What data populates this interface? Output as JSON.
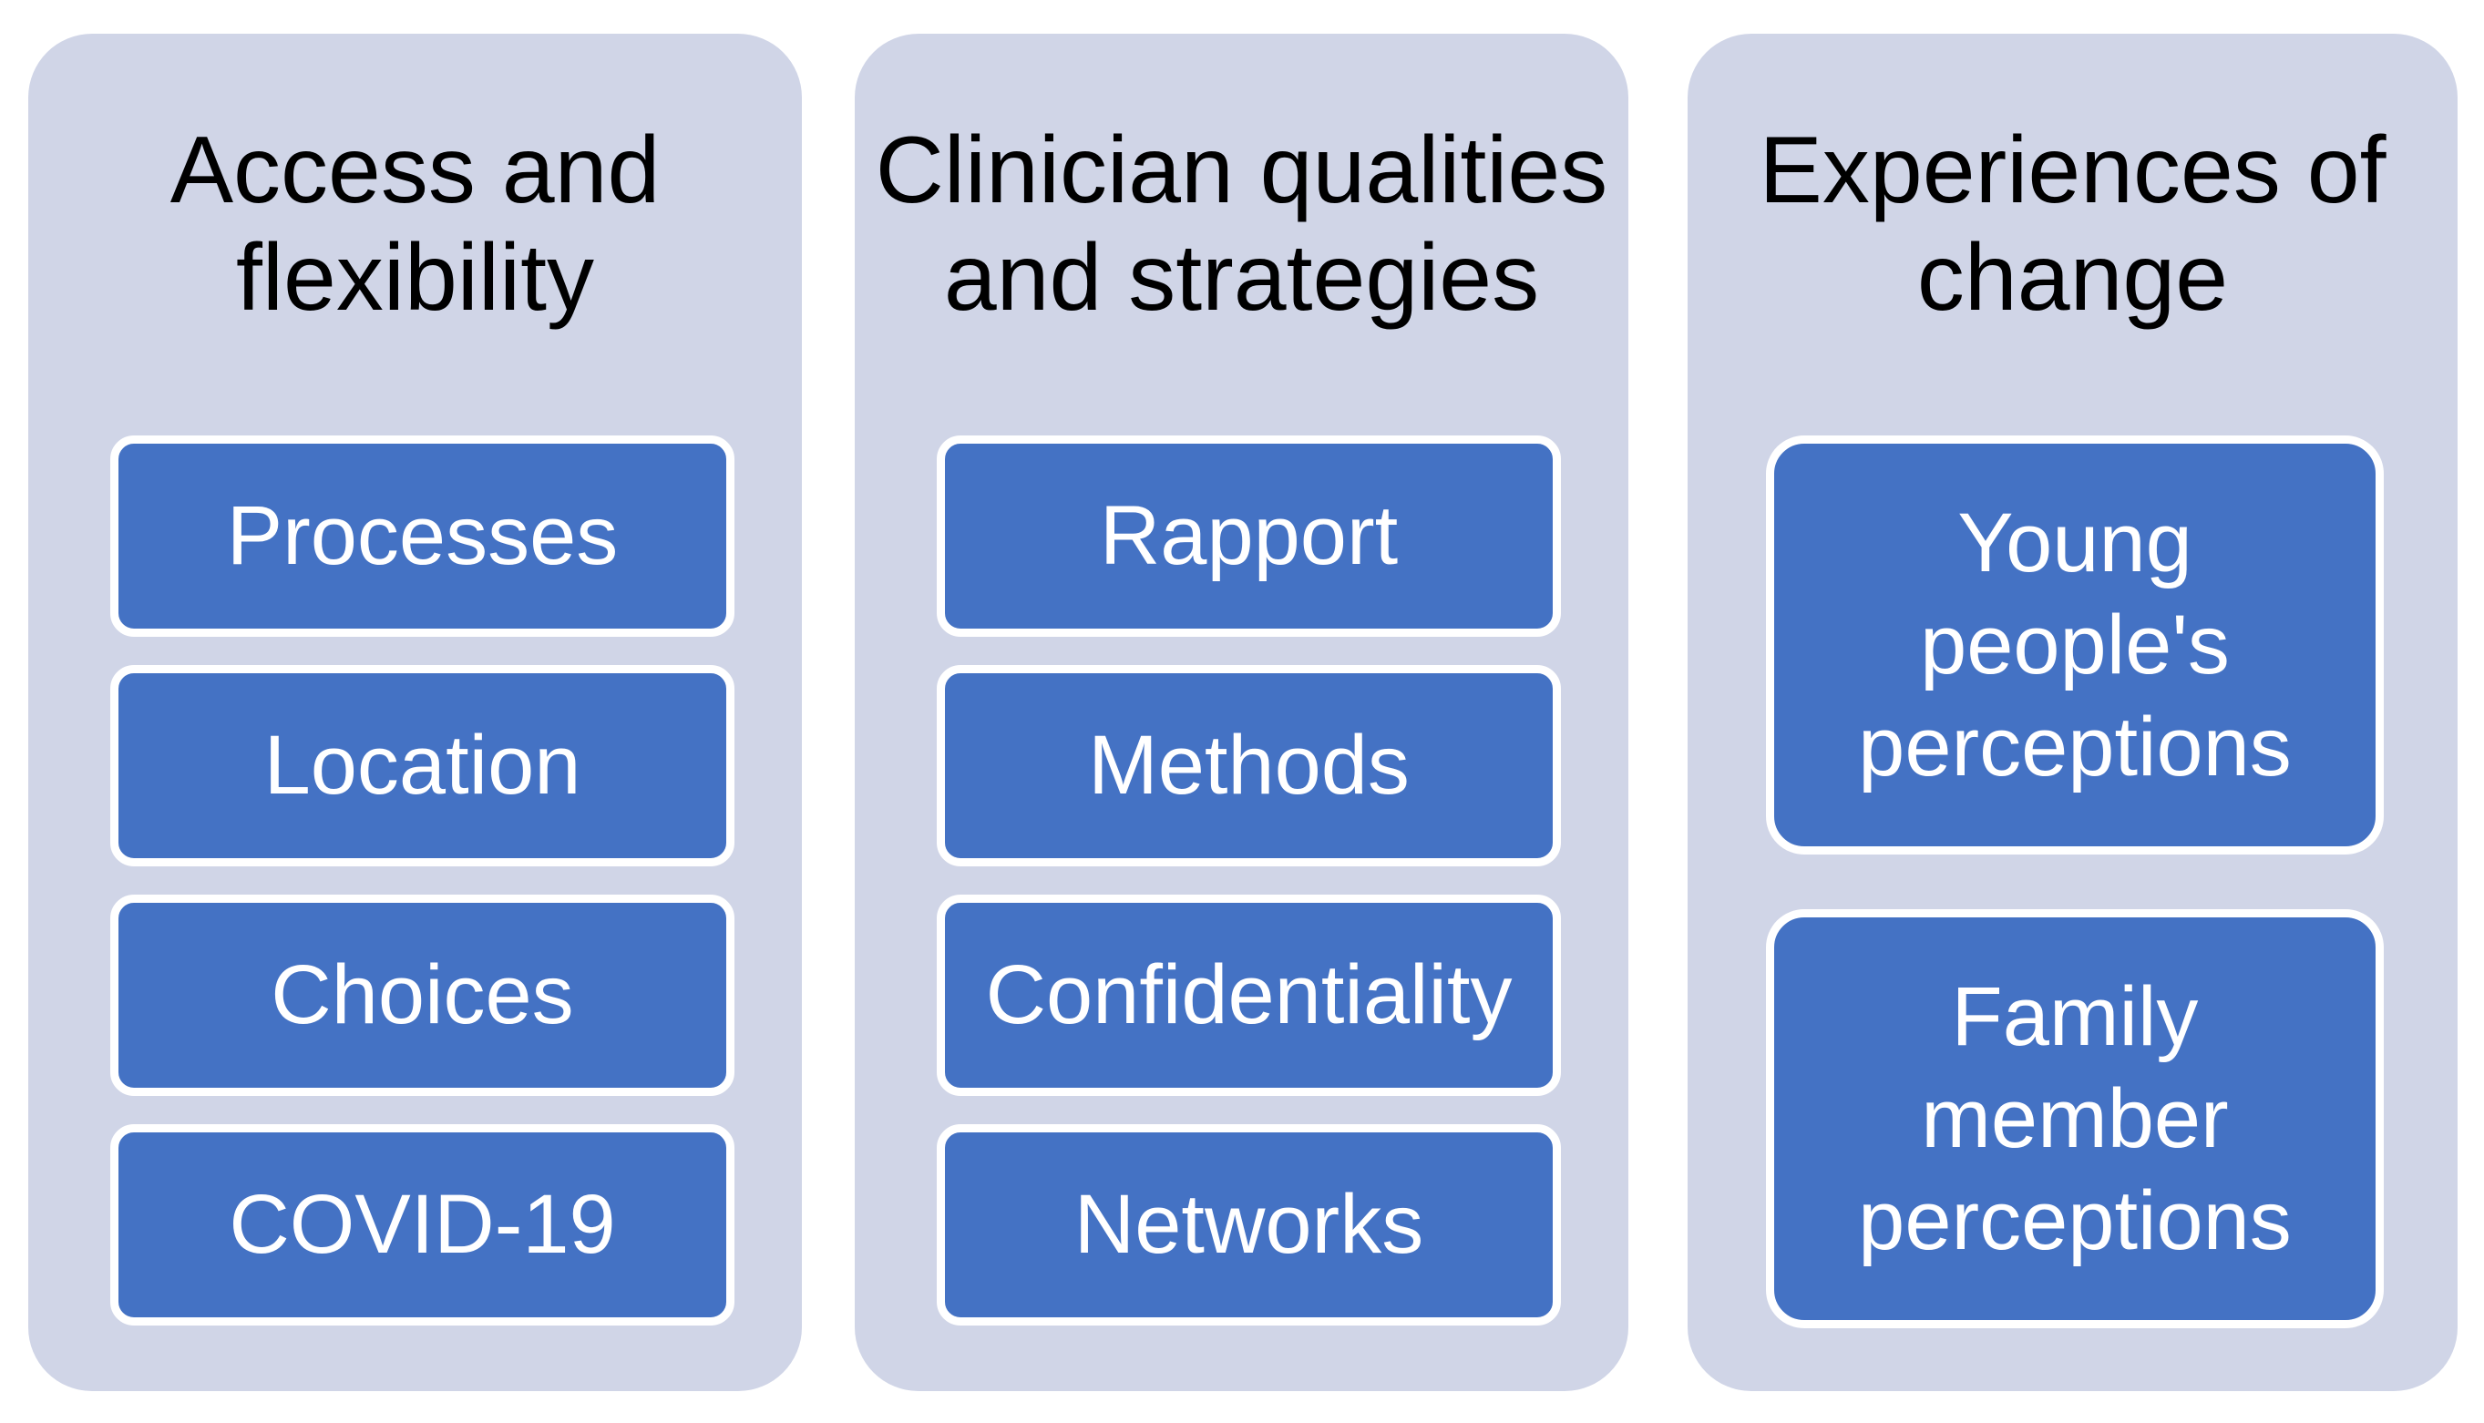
{
  "diagram": {
    "type": "smartart-three-column-themes",
    "colors": {
      "page_bg": "#ffffff",
      "container_bg": "#d0d5e7",
      "box_bg": "#4472c4",
      "box_border": "#ffffff",
      "box_text": "#ffffff",
      "title_text": "#000000"
    },
    "columns": [
      {
        "title": "Access and\nflexibility",
        "items": [
          "Processes",
          "Location",
          "Choices",
          "COVID-19"
        ]
      },
      {
        "title": "Clinician qualities\nand strategies",
        "items": [
          "Rapport",
          "Methods",
          "Confidentiality",
          "Networks"
        ]
      },
      {
        "title": "Experiences of\nchange",
        "items": [
          "Young\npeople's\nperceptions",
          "Family\nmember\nperceptions"
        ]
      }
    ]
  }
}
